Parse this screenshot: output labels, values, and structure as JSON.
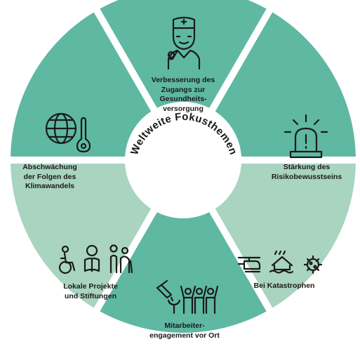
{
  "center_title": "Weltweite Fokusthemen",
  "colors": {
    "primary": "#5fb8a2",
    "light": "#a9d4bf",
    "stroke": "#1a1a1a",
    "background": "#ffffff"
  },
  "segments": [
    {
      "id": "health",
      "lines": [
        "Verbesserung des",
        "Zugangs zur",
        "Gesundheits-",
        "versorgung"
      ],
      "icons": [
        "doctor-icon"
      ],
      "shade": "primary"
    },
    {
      "id": "risk",
      "lines": [
        "Stärkung des",
        "Risikobewusstseins"
      ],
      "icons": [
        "alarm-light-icon"
      ],
      "shade": "primary"
    },
    {
      "id": "disaster",
      "lines": [
        "Bei Katastrophen"
      ],
      "icons": [
        "helicopter-icon",
        "flooded-house-icon",
        "virus-icon"
      ],
      "shade": "light"
    },
    {
      "id": "employee",
      "lines": [
        "Mitarbeiter-",
        "engagement vor Ort"
      ],
      "icons": [
        "watering-can-icon",
        "people-raising-hands-icon"
      ],
      "shade": "primary"
    },
    {
      "id": "local",
      "lines": [
        "Lokale Projekte",
        "und Stiftungen"
      ],
      "icons": [
        "wheelchair-user-icon",
        "reading-child-icon",
        "elderly-people-icon"
      ],
      "shade": "light"
    },
    {
      "id": "climate",
      "lines": [
        "Abschwächung",
        "der Folgen des",
        "Klimawandels"
      ],
      "icons": [
        "globe-thermometer-icon"
      ],
      "shade": "primary"
    }
  ]
}
